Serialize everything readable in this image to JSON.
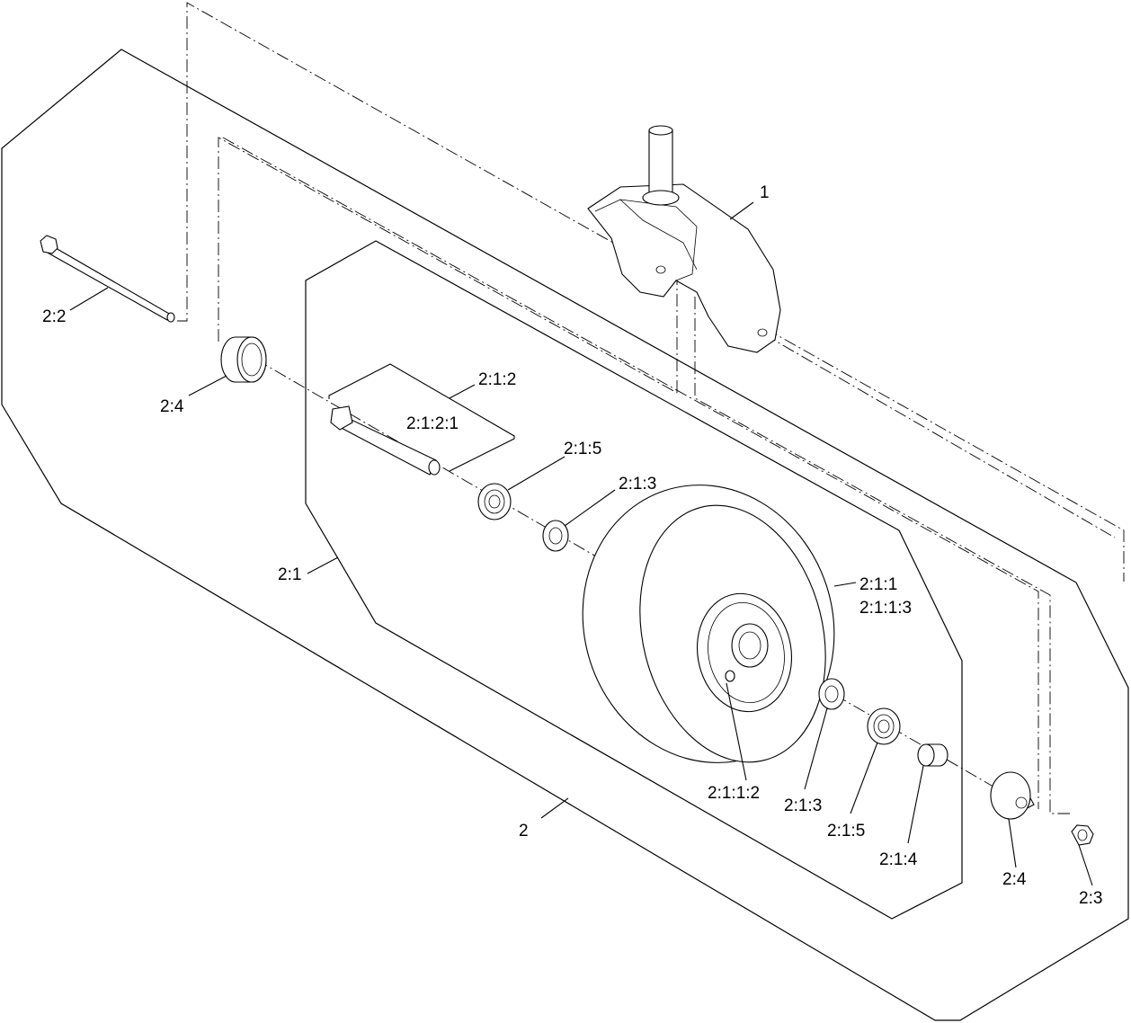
{
  "callouts": {
    "fork": "1",
    "wheel_assembly": "2",
    "wheel_subassembly": "2:1",
    "axle_bolt": "2:2",
    "nut": "2:3",
    "spacer_left": "2:4",
    "spacer_right": "2:4",
    "axle_group": "2:1:2",
    "axle_sleeve": "2:1:2:1",
    "seal_left": "2:1:5",
    "bearing_left": "2:1:3",
    "tire_rim": "2:1:1",
    "tire": "2:1:1:3",
    "grease_fitting": "2:1:1:2",
    "bearing_right": "2:1:3",
    "seal_right": "2:1:5",
    "bushing": "2:1:4"
  }
}
